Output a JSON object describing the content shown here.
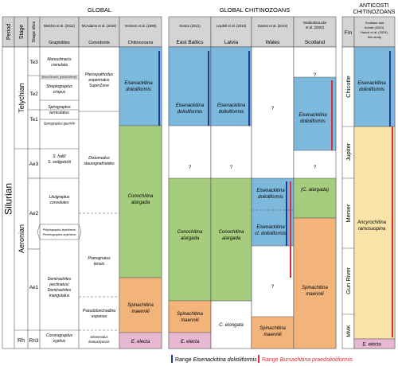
{
  "headers": {
    "global": "GLOBAL",
    "global_chitinozoans": "GLOBAL CHITINOZOANS",
    "anticosti": [
      "ANTICOSTI",
      "CHITINOZOANS"
    ],
    "period": "Period",
    "stage": "Stage",
    "stage_slice": "Stage slice",
    "fm": "Fm",
    "refs": {
      "graptolites": "Melchin et al. (2012)",
      "conodonts": "McAdams et al. (2019)",
      "chitinozoans": "Verniers et al. (1995)",
      "east_baltics": "Nestor (2012)",
      "latvia": "Loydell et al. (2010)",
      "wales": "Davies et al. (2013)",
      "scotland": [
        "Vandenbroucke",
        "et al. (2003)"
      ],
      "anticosti": [
        "Soufiane and",
        "Achab (2000),",
        "Hauck et al. (2024),",
        "this study"
      ]
    },
    "columns": {
      "graptolites": "Graptolites",
      "conodonts": "Conodonts",
      "chitinozoans": "Chitinozoans",
      "east_baltics": "East Baltics",
      "latvia": "Latvia",
      "wales": "Wales",
      "scotland": "Scotland"
    }
  },
  "period": "Silurian",
  "stages": [
    "Telychian",
    "Aeronian",
    "Rh"
  ],
  "slices": [
    "Te3",
    "Te2",
    "Te1",
    "Ae3",
    "Ae2",
    "Ae1",
    "Rh3"
  ],
  "graptolites": [
    [
      "Monoclimacis",
      "crenulata"
    ],
    [
      "Monoclimacis griestoniensis"
    ],
    [
      "Streptograptus",
      "crispus"
    ],
    [
      "Spirograptus",
      "turriculatus"
    ],
    [
      "Spirograptus guerichi"
    ],
    [
      "S. halli/",
      "S. sedgwickii"
    ],
    [
      "Lituigraptus",
      "convolutes"
    ],
    [
      "Pribylograptus leptotheca/",
      "Pernerograptus argenteus"
    ],
    [
      "Demirastrites",
      "pectinatus/",
      "Demirastrites",
      "triangulatus"
    ],
    [
      "Coronograptus",
      "cyphus"
    ]
  ],
  "conodonts": [
    [
      "Pterospathodus",
      "eopennatus",
      "SuperZone"
    ],
    [
      "Distomodus",
      "staurognathoides"
    ],
    [
      "Pranognatus",
      "tenuis"
    ],
    [
      "Pseudolonchodina",
      "expansa"
    ],
    [
      "Distomodus",
      "kentuckyensis"
    ]
  ],
  "taxa": {
    "eisenackitina": [
      "Eisenackitina",
      "dolioliformis"
    ],
    "conochitina": [
      "Conochitina",
      "alargada"
    ],
    "spinachitina": [
      "Spinachitina",
      "maennili"
    ],
    "electa": "E. electa",
    "c_elongata": "C. elongata",
    "c_alargada": "(C. alargada)",
    "eisen_cf": [
      "Eisenackitina",
      "cf. dolioliformis"
    ],
    "ancyrochitina": [
      "Ancyrochitina",
      "ramosaspina"
    ],
    "question": "?"
  },
  "formations": [
    "Chicotte",
    "Jupiter",
    "Menier",
    "Gun River",
    "MMK"
  ],
  "legend": {
    "blue_prefix": "Range ",
    "blue_taxon": "Eisenackitina dolioliformis",
    "red_prefix": "Range ",
    "red_taxon": "Bursachitina praedolioliformis"
  },
  "colors": {
    "blue_fill": "#7db9dd",
    "green_fill": "#a6cd7d",
    "orange_fill": "#f2b47b",
    "pink_fill": "#e6b8d2",
    "yellow_fill": "#f9e3a8",
    "header_fill": "#d4d4d4",
    "blue_line": "#1f3c95",
    "red_line": "#d6303a"
  }
}
